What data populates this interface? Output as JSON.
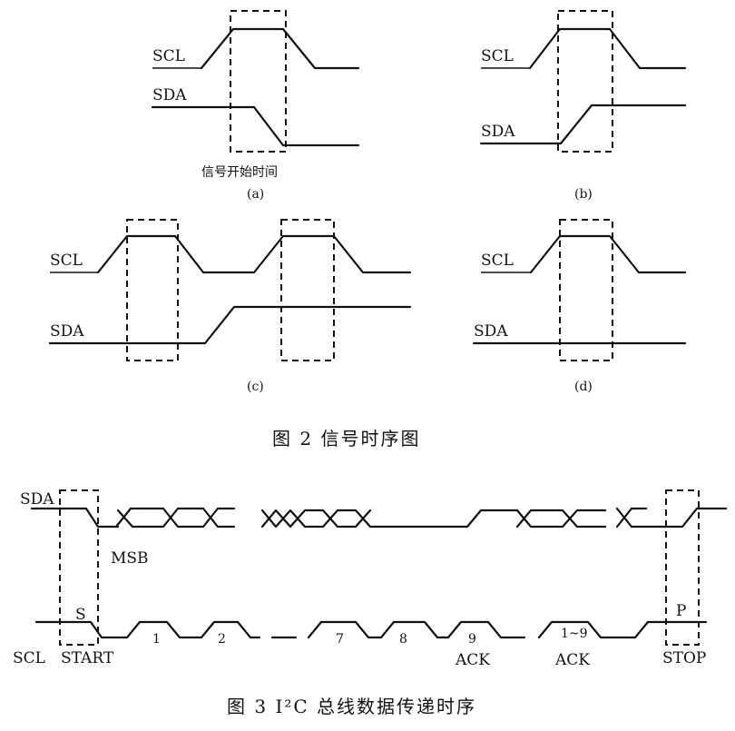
{
  "fig2": {
    "a": {
      "scl": "SCL",
      "sda": "SDA",
      "note": "信号开始时间",
      "label": "(a)"
    },
    "b": {
      "scl": "SCL",
      "sda": "SDA",
      "label": "(b)"
    },
    "c": {
      "scl": "SCL",
      "sda": "SDA",
      "label": "(c)"
    },
    "d": {
      "scl": "SCL",
      "sda": "SDA",
      "label": "(d)"
    },
    "caption": "图 2   信号时序图"
  },
  "fig3": {
    "sda": "SDA",
    "scl": "SCL",
    "msb": "MSB",
    "s": "S",
    "start": "START",
    "p": "P",
    "stop": "STOP",
    "pulses": [
      "1",
      "2",
      "7",
      "8",
      "9",
      "1~9"
    ],
    "ack1": "ACK",
    "ack2": "ACK",
    "caption": "图 3   I²C 总线数据传递时序"
  }
}
